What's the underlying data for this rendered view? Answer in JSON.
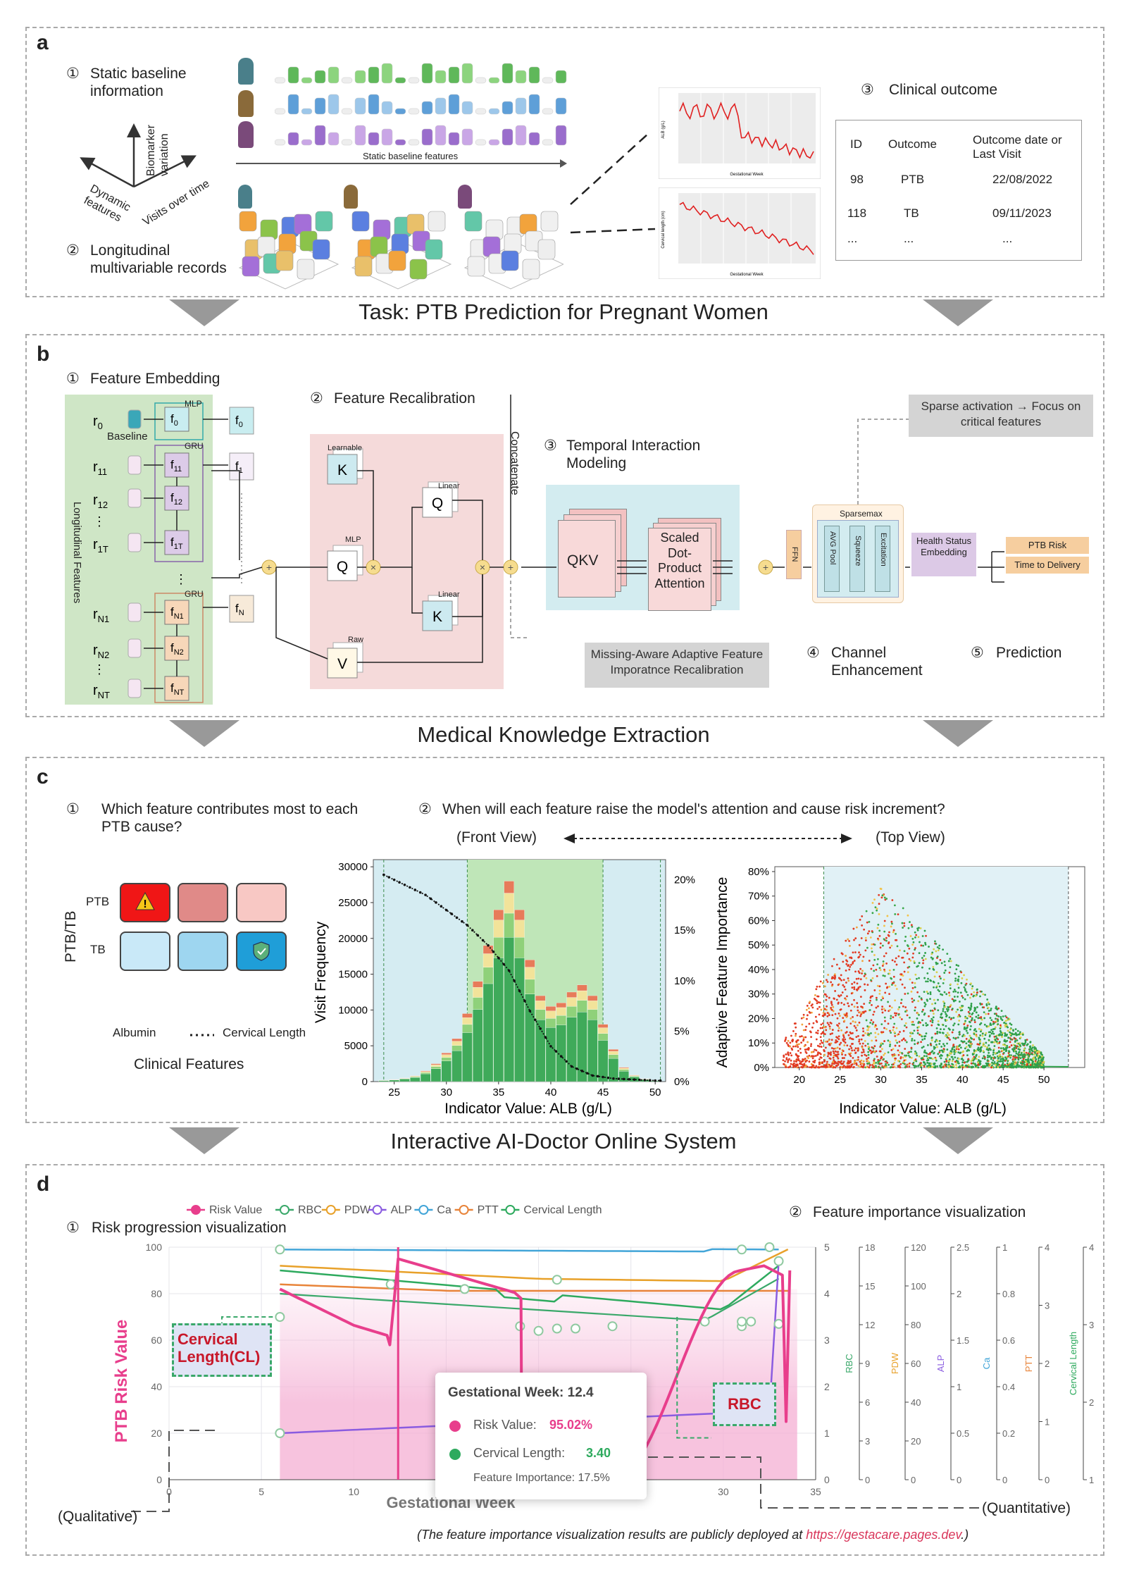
{
  "panels": {
    "a": {
      "label": "a",
      "static_info": "Static baseline information",
      "static_num": "①",
      "longitudinal": "Longitudinal multivariable records",
      "longitudinal_num": "②",
      "axis_biomarker": "Biomarker variation",
      "axis_dynamic": "Dynamic features",
      "axis_visits": "Visits over time",
      "static_features_label": "Static baseline features",
      "clinical_outcome": "Clinical outcome",
      "clinical_num": "③",
      "table": {
        "headers": [
          "ID",
          "Outcome",
          "Outcome date or Last Visit"
        ],
        "rows": [
          [
            "98",
            "PTB",
            "22/08/2022"
          ],
          [
            "118",
            "TB",
            "09/11/2023"
          ],
          [
            "...",
            "...",
            "..."
          ]
        ]
      },
      "mini_chart1_ylabel": "ALB (g/L)",
      "mini_chart1_xlabel": "Gestational Week",
      "mini_chart2_ylabel": "Cervical length (cm)",
      "mini_chart2_xlabel": "Gestational Week"
    },
    "task_title": "Task: PTB Prediction for Pregnant Women",
    "b": {
      "label": "b",
      "feature_embedding": "Feature Embedding",
      "feature_embedding_num": "①",
      "feature_recalibration": "Feature Recalibration",
      "feature_recalibration_num": "②",
      "temporal": "Temporal Interaction Modeling",
      "temporal_num": "③",
      "channel": "Channel Enhancement",
      "channel_num": "④",
      "prediction": "Prediction",
      "prediction_num": "⑤",
      "baseline": "Baseline",
      "longitudinal_features": "Longitudinal Features",
      "mlp": "MLP",
      "gru": "GRU",
      "learnable": "Learnable",
      "linear": "Linear",
      "raw": "Raw",
      "concatenate": "Concatenate",
      "qkv": "QKV",
      "scaled_attention": "Scaled Dot-Product Attention",
      "ffn": "FFN",
      "sparsemax": "Sparsemax",
      "avg_pool": "AVG Pool",
      "squeeze": "Squeeze",
      "excitation": "Excitation",
      "health_status": "Health Status Embedding",
      "ptb_risk": "PTB Risk",
      "time_to_delivery": "Time to Delivery",
      "sparse_note": "Sparse activation → Focus on critical features",
      "missing_note": "Missing-Aware Adaptive Feature Imporatnce Recalibration"
    },
    "medical_title": "Medical Knowledge Extraction",
    "c": {
      "label": "c",
      "q1": "Which feature contributes most to each PTB cause?",
      "q1_num": "①",
      "q2": "When will each feature raise the model's attention and cause risk increment?",
      "q2_num": "②",
      "front_view": "(Front View)",
      "top_view": "(Top View)",
      "ptbtb_axis": "PTB/TB",
      "row_ptb": "PTB",
      "row_tb": "TB",
      "albumin": "Albumin",
      "cervical_length": "Cervical Length",
      "clinical_features": "Clinical Features",
      "hist_ylabel": "Visit Frequency",
      "hist_xlabel": "Indicator Value: ALB (g/L)",
      "hist_yticks": [
        "0",
        "5000",
        "10000",
        "15000",
        "20000",
        "25000",
        "30000"
      ],
      "hist_xticks": [
        "25",
        "30",
        "35",
        "40",
        "45",
        "50"
      ],
      "hist_y2ticks": [
        "0%",
        "5%",
        "10%",
        "15%",
        "20%"
      ],
      "scatter_ylabel": "Adaptive Feature Importance",
      "scatter_xlabel": "Indicator Value: ALB (g/L)",
      "scatter_yticks": [
        "0%",
        "10%",
        "20%",
        "30%",
        "40%",
        "50%",
        "60%",
        "70%",
        "80%"
      ],
      "scatter_xticks": [
        "20",
        "25",
        "30",
        "35",
        "40",
        "45",
        "50"
      ]
    },
    "interactive_title": "Interactive AI-Doctor Online System",
    "d": {
      "label": "d",
      "risk_prog": "Risk progression visualization",
      "risk_prog_num": "①",
      "feat_imp": "Feature importance visualization",
      "feat_imp_num": "②",
      "legend": [
        "Risk Value",
        "RBC",
        "PDW",
        "ALP",
        "Ca",
        "PTT",
        "Cervical Length"
      ],
      "ylabel": "PTB Risk Value",
      "xlabel": "Gestational Week",
      "yticks": [
        "0",
        "20",
        "40",
        "60",
        "80",
        "100"
      ],
      "xticks": [
        "0",
        "5",
        "10",
        "15",
        "20",
        "25",
        "30",
        "35"
      ],
      "ax1_ticks": [
        "0",
        "1",
        "2",
        "3",
        "4",
        "5"
      ],
      "ax_rbc": {
        "name": "RBC",
        "ticks": [
          "0",
          "3",
          "6",
          "9",
          "12",
          "15",
          "18"
        ]
      },
      "ax_pdw": {
        "name": "PDW",
        "ticks": [
          "0",
          "20",
          "40",
          "60",
          "80",
          "100",
          "120"
        ]
      },
      "ax_alp": {
        "name": "ALP",
        "ticks": [
          "0",
          "0.5",
          "1",
          "1.5",
          "2",
          "2.5"
        ]
      },
      "ax_ca": {
        "name": "Ca",
        "ticks": [
          "0",
          "0.2",
          "0.4",
          "0.6",
          "0.8",
          "1"
        ]
      },
      "ax_ptt": {
        "name": "PTT",
        "ticks": [
          "0",
          "1",
          "2",
          "3",
          "4"
        ]
      },
      "ax_cl": {
        "name": "Cervical Length",
        "ticks": [
          "1",
          "2",
          "3",
          "4"
        ]
      },
      "callout_cl": "Cervical Length(CL)",
      "callout_rbc": "RBC",
      "tooltip": {
        "week_label": "Gestational Week: 12.4",
        "risk_label": "Risk Value:",
        "risk_value": "95.02%",
        "cl_label": "Cervical Length:",
        "cl_value": "3.40",
        "importance": "Feature Importance: 17.5%"
      },
      "qualitative": "(Qualitative)",
      "quantitative": "(Quantitative)",
      "footnote_pre": "(The feature importance visualization results are publicly deployed at ",
      "footnote_link": "https://gestacare.pages.dev",
      "footnote_post": ".)"
    }
  },
  "chart_data": [
    {
      "type": "bar",
      "title": "",
      "xlabel": "Indicator Value: ALB (g/L)",
      "ylabel": "Visit Frequency",
      "x": [
        24,
        25,
        26,
        27,
        28,
        29,
        30,
        31,
        32,
        33,
        34,
        35,
        36,
        37,
        38,
        39,
        40,
        41,
        42,
        43,
        44,
        45,
        46,
        47,
        48,
        49,
        50
      ],
      "values": [
        200,
        300,
        500,
        800,
        1500,
        2500,
        4000,
        6000,
        9500,
        14000,
        19000,
        24000,
        28000,
        24000,
        17000,
        12000,
        10500,
        11000,
        12500,
        13500,
        12000,
        8000,
        4500,
        2000,
        900,
        400,
        150
      ],
      "ylim": [
        0,
        31000
      ],
      "secondary_ylabel": "",
      "secondary_ylim": [
        0,
        0.22
      ],
      "series": [
        {
          "name": "Cervical Length",
          "x": [
            24,
            26,
            28,
            30,
            32,
            34,
            36,
            38,
            40,
            42,
            44,
            46,
            48,
            50
          ],
          "values": [
            0.205,
            0.195,
            0.185,
            0.17,
            0.155,
            0.135,
            0.11,
            0.07,
            0.035,
            0.015,
            0.006,
            0.003,
            0.002,
            0.001
          ]
        }
      ]
    },
    {
      "type": "scatter",
      "xlabel": "Indicator Value: ALB (g/L)",
      "ylabel": "Adaptive Feature Importance",
      "xlim": [
        17,
        55
      ],
      "ylim": [
        0,
        0.82
      ]
    },
    {
      "type": "line",
      "xlabel": "Gestational Week",
      "ylabel": "PTB Risk Value",
      "xlim": [
        0,
        35
      ],
      "ylim": [
        0,
        100
      ],
      "series": [
        {
          "name": "Risk Value",
          "x": [
            6,
            8,
            10,
            11.9,
            12.4,
            14,
            16,
            19,
            19.1,
            21,
            25,
            28,
            30,
            31,
            32.5,
            33.3,
            33.6
          ],
          "values": [
            82,
            70,
            64,
            58,
            95,
            88,
            84,
            80,
            0,
            0,
            5,
            40,
            75,
            88,
            90,
            25,
            90
          ]
        },
        {
          "name": "Cervical Length",
          "x": [
            6,
            12,
            18,
            19,
            20,
            21,
            25,
            29,
            31,
            32.5
          ],
          "values": [
            3.8,
            3.6,
            3.3,
            3.2,
            3.25,
            3.3,
            3.3,
            3.2,
            3.1,
            3.3
          ]
        },
        {
          "name": "ALP",
          "x": [
            6,
            12,
            18,
            24,
            30,
            32,
            33
          ],
          "values": [
            1.0,
            1.2,
            1.3,
            1.4,
            1.45,
            1.5,
            2.35
          ]
        },
        {
          "name": "Ca",
          "x": [
            6,
            15,
            25,
            31,
            33
          ],
          "values": [
            0.99,
            0.98,
            0.97,
            0.99,
            0.95
          ]
        }
      ]
    }
  ]
}
